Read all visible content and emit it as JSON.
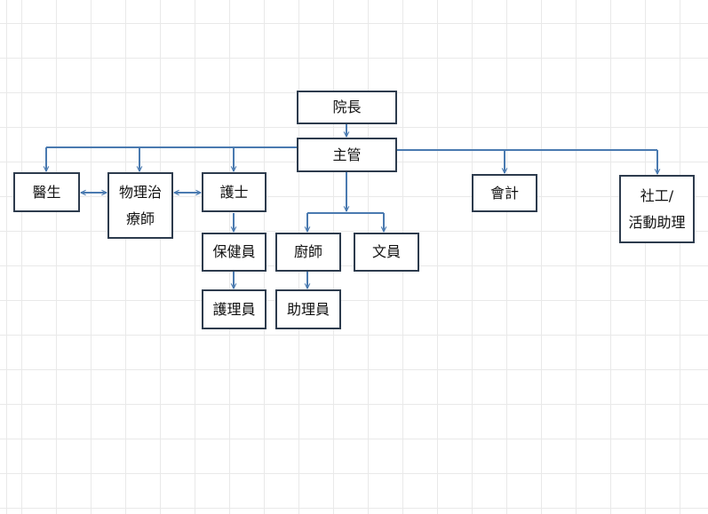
{
  "diagram": {
    "colors": {
      "connector": "#4a7ab0",
      "box_border": "#2d3b4d",
      "text": "#111111"
    },
    "nodes": {
      "director": "院長",
      "supervisor": "主管",
      "doctor": "醫生",
      "physio_line1": "物理治",
      "physio_line2": "療師",
      "nurse": "護士",
      "health_worker": "保健員",
      "caregiver": "護理員",
      "chef": "廚師",
      "kitchen_assistant": "助理員",
      "clerk": "文員",
      "accountant": "會計",
      "social_line1": "社工/",
      "social_line2": "活動助理"
    },
    "edges": [
      {
        "from": "director",
        "to": "supervisor",
        "kind": "arrow"
      },
      {
        "from": "supervisor",
        "to": "doctor",
        "kind": "arrow"
      },
      {
        "from": "supervisor",
        "to": "physio",
        "kind": "arrow"
      },
      {
        "from": "supervisor",
        "to": "nurse",
        "kind": "arrow"
      },
      {
        "from": "supervisor",
        "to": "accountant",
        "kind": "arrow"
      },
      {
        "from": "supervisor",
        "to": "social",
        "kind": "arrow"
      },
      {
        "from": "supervisor",
        "to": "chef",
        "kind": "arrow"
      },
      {
        "from": "supervisor",
        "to": "clerk",
        "kind": "arrow"
      },
      {
        "from": "doctor",
        "to": "physio",
        "kind": "bidirectional"
      },
      {
        "from": "physio",
        "to": "nurse",
        "kind": "bidirectional"
      },
      {
        "from": "nurse",
        "to": "health_worker",
        "kind": "arrow"
      },
      {
        "from": "health_worker",
        "to": "caregiver",
        "kind": "arrow"
      },
      {
        "from": "chef",
        "to": "kitchen_assistant",
        "kind": "arrow"
      }
    ]
  }
}
